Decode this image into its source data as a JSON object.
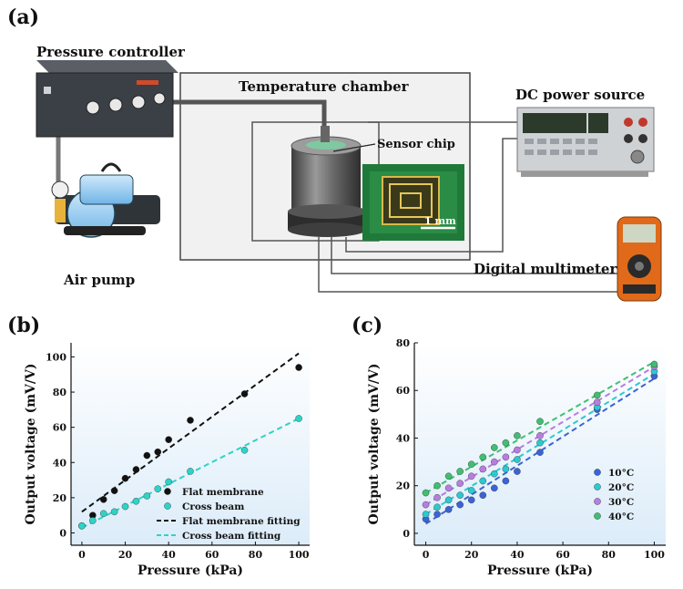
{
  "panels": {
    "a": {
      "label": "(a)",
      "pressure_controller": "Pressure controller",
      "temperature_chamber": "Temperature chamber",
      "dc_power_source": "DC power source",
      "sensor_chip": "Sensor chip",
      "scale_bar": "1 mm",
      "air_pump": "Air pump",
      "digital_multimeter": "Digital multimeter"
    },
    "b": {
      "label": "(b)"
    },
    "c": {
      "label": "(c)"
    }
  },
  "chart_data": [
    {
      "panel": "b",
      "type": "scatter",
      "xlabel": "Pressure (kPa)",
      "ylabel": "Output voltage (mV/V)",
      "xlim": [
        -5,
        105
      ],
      "ylim": [
        -7,
        108
      ],
      "xticks": [
        0,
        20,
        40,
        60,
        80,
        100
      ],
      "yticks": [
        0,
        20,
        40,
        60,
        80,
        100
      ],
      "legend_position": "bottom-right",
      "series": [
        {
          "name": "Flat membrane",
          "color": "#111111",
          "marker": "circle",
          "x": [
            0,
            5,
            10,
            15,
            20,
            25,
            30,
            35,
            40,
            50,
            75,
            100
          ],
          "y": [
            4,
            10,
            19,
            24,
            31,
            36,
            44,
            46,
            53,
            64,
            79,
            94
          ]
        },
        {
          "name": "Cross beam",
          "color": "#2ed3c6",
          "marker": "circle",
          "x": [
            0,
            5,
            10,
            15,
            20,
            25,
            30,
            35,
            40,
            50,
            75,
            100
          ],
          "y": [
            4,
            7,
            11,
            12,
            15,
            18,
            21,
            25,
            29,
            35,
            47,
            65
          ]
        }
      ],
      "fits": [
        {
          "name": "Flat membrane fitting",
          "color": "#111111",
          "dash": "dashed",
          "x": [
            0,
            100
          ],
          "y": [
            12,
            102
          ]
        },
        {
          "name": "Cross beam fitting",
          "color": "#2ed3c6",
          "dash": "dashed",
          "x": [
            0,
            100
          ],
          "y": [
            3,
            65
          ]
        }
      ]
    },
    {
      "panel": "c",
      "type": "scatter",
      "xlabel": "Pressure (kPa)",
      "ylabel": "Output voltage (mV/V)",
      "xlim": [
        -5,
        105
      ],
      "ylim": [
        -5,
        80
      ],
      "xticks": [
        0,
        20,
        40,
        60,
        80,
        100
      ],
      "yticks": [
        0,
        20,
        40,
        60,
        80
      ],
      "legend_position": "bottom-right",
      "series": [
        {
          "name": "10°C",
          "color": "#3a63d6",
          "marker": "circle",
          "x": [
            0,
            5,
            10,
            15,
            20,
            25,
            30,
            35,
            40,
            50,
            75,
            100
          ],
          "y": [
            6,
            8,
            10,
            12,
            14,
            16,
            19,
            22,
            26,
            34,
            52,
            66
          ]
        },
        {
          "name": "20°C",
          "color": "#2ec8cf",
          "marker": "circle",
          "x": [
            0,
            5,
            10,
            15,
            20,
            25,
            30,
            35,
            40,
            50,
            75,
            100
          ],
          "y": [
            8,
            11,
            14,
            16,
            18,
            22,
            25,
            27,
            31,
            38,
            53,
            68
          ]
        },
        {
          "name": "30°C",
          "color": "#b77ee0",
          "marker": "circle",
          "x": [
            0,
            5,
            10,
            15,
            20,
            25,
            30,
            35,
            40,
            50,
            75,
            100
          ],
          "y": [
            12,
            15,
            19,
            21,
            24,
            27,
            30,
            32,
            35,
            41,
            55,
            70
          ]
        },
        {
          "name": "40°C",
          "color": "#3fbf72",
          "marker": "circle",
          "x": [
            0,
            5,
            10,
            15,
            20,
            25,
            30,
            35,
            40,
            50,
            75,
            100
          ],
          "y": [
            17,
            20,
            24,
            26,
            29,
            32,
            36,
            38,
            41,
            47,
            58,
            71
          ]
        }
      ],
      "fits": [
        {
          "name": "",
          "color": "#3a63d6",
          "dash": "dashed",
          "x": [
            0,
            100
          ],
          "y": [
            4,
            65
          ]
        },
        {
          "name": "",
          "color": "#2ec8cf",
          "dash": "dashed",
          "x": [
            0,
            100
          ],
          "y": [
            8,
            67
          ]
        },
        {
          "name": "",
          "color": "#b77ee0",
          "dash": "dashed",
          "x": [
            0,
            100
          ],
          "y": [
            12,
            70
          ]
        },
        {
          "name": "",
          "color": "#3fbf72",
          "dash": "dashed",
          "x": [
            0,
            100
          ],
          "y": [
            17,
            72
          ]
        }
      ]
    }
  ]
}
